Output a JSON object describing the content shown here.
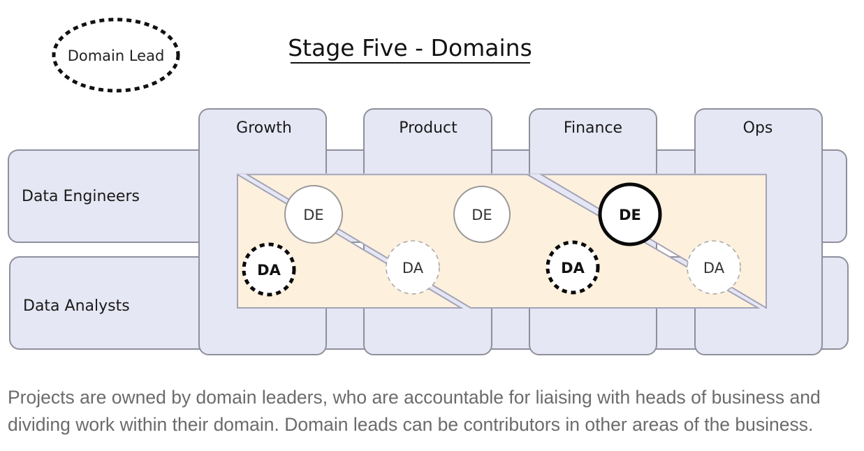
{
  "title": "Stage Five - Domains",
  "legend": {
    "label": "Domain Lead"
  },
  "domains": [
    "Growth",
    "Product",
    "Finance",
    "Ops"
  ],
  "roles": [
    "Data Engineers",
    "Data Analysts"
  ],
  "nodes": [
    {
      "label": "DE",
      "style": "solid",
      "domain": "Growth",
      "role": "Data Engineers"
    },
    {
      "label": "DE",
      "style": "solid",
      "domain": "Product",
      "role": "Data Engineers"
    },
    {
      "label": "DE",
      "style": "domain-lead-solid",
      "domain": "Finance",
      "role": "Data Engineers"
    },
    {
      "label": "DA",
      "style": "domain-lead",
      "domain": "Growth",
      "role": "Data Analysts"
    },
    {
      "label": "DA",
      "style": "dashed",
      "domain": "Product",
      "role": "Data Analysts"
    },
    {
      "label": "DA",
      "style": "domain-lead",
      "domain": "Finance",
      "role": "Data Analysts"
    },
    {
      "label": "DA",
      "style": "dashed",
      "domain": "Ops",
      "role": "Data Analysts"
    }
  ],
  "colors": {
    "lane_fill": "#e6e7f4",
    "lane_stroke": "#8f8f9c",
    "region_fill": "#fdf0dd",
    "node_fill": "#ffffff",
    "caption_text": "#6b6b6b"
  },
  "caption": "Projects are owned by domain leaders, who are accountable for liaising with heads of business and dividing work within their domain. Domain leads can be contributors in other areas of the business."
}
